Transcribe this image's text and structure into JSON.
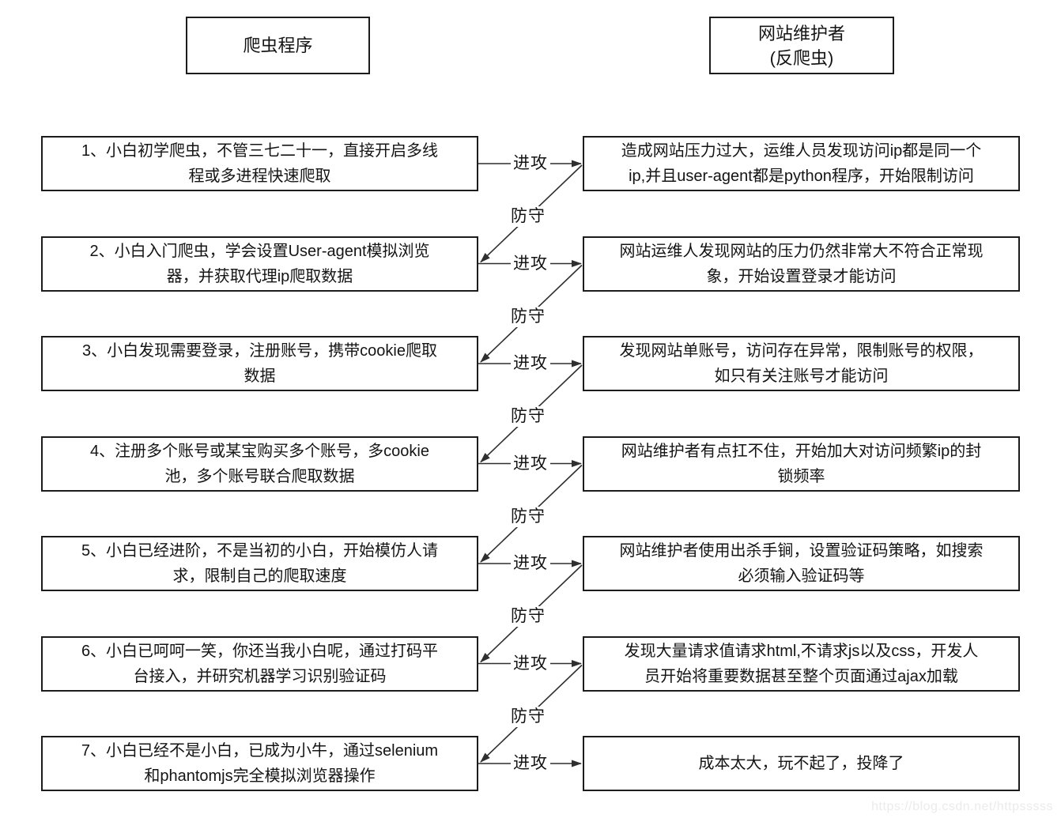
{
  "titles": {
    "crawler": "爬虫程序",
    "maintainer": "网站维护者\n(反爬虫)"
  },
  "labels": {
    "attack": "进攻",
    "defense": "防守"
  },
  "rows": [
    {
      "crawler": "1、小白初学爬虫，不管三七二十一，直接开启多线\n程或多进程快速爬取",
      "maintainer": "造成网站压力过大，运维人员发现访问ip都是同一个\nip,并且user-agent都是python程序，开始限制访问"
    },
    {
      "crawler": "2、小白入门爬虫，学会设置User-agent模拟浏览\n器，并获取代理ip爬取数据",
      "maintainer": "网站运维人发现网站的压力仍然非常大不符合正常现\n象，开始设置登录才能访问"
    },
    {
      "crawler": "3、小白发现需要登录，注册账号，携带cookie爬取\n数据",
      "maintainer": "发现网站单账号，访问存在异常，限制账号的权限，\n如只有关注账号才能访问"
    },
    {
      "crawler": "4、注册多个账号或某宝购买多个账号，多cookie\n池，多个账号联合爬取数据",
      "maintainer": "网站维护者有点扛不住，开始加大对访问频繁ip的封\n锁频率"
    },
    {
      "crawler": "5、小白已经进阶，不是当初的小白，开始模仿人请\n求，限制自己的爬取速度",
      "maintainer": "网站维护者使用出杀手锏，设置验证码策略，如搜索\n必须输入验证码等"
    },
    {
      "crawler": "6、小白已呵呵一笑，你还当我小白呢，通过打码平\n台接入，并研究机器学习识别验证码",
      "maintainer": "发现大量请求值请求html,不请求js以及css，开发人\n员开始将重要数据甚至整个页面通过ajax加载"
    },
    {
      "crawler": "7、小白已经不是小白，已成为小牛，通过selenium\n和phantomjs完全模拟浏览器操作",
      "maintainer": "成本太大，玩不起了，投降了"
    }
  ],
  "watermark": "https://blog.csdn.net/httpsssss",
  "colors": {
    "line": "#2f2f2f",
    "border": "#1c1c1c",
    "text": "#141414",
    "watermark": "#ebebeb",
    "background": "#ffffff"
  }
}
